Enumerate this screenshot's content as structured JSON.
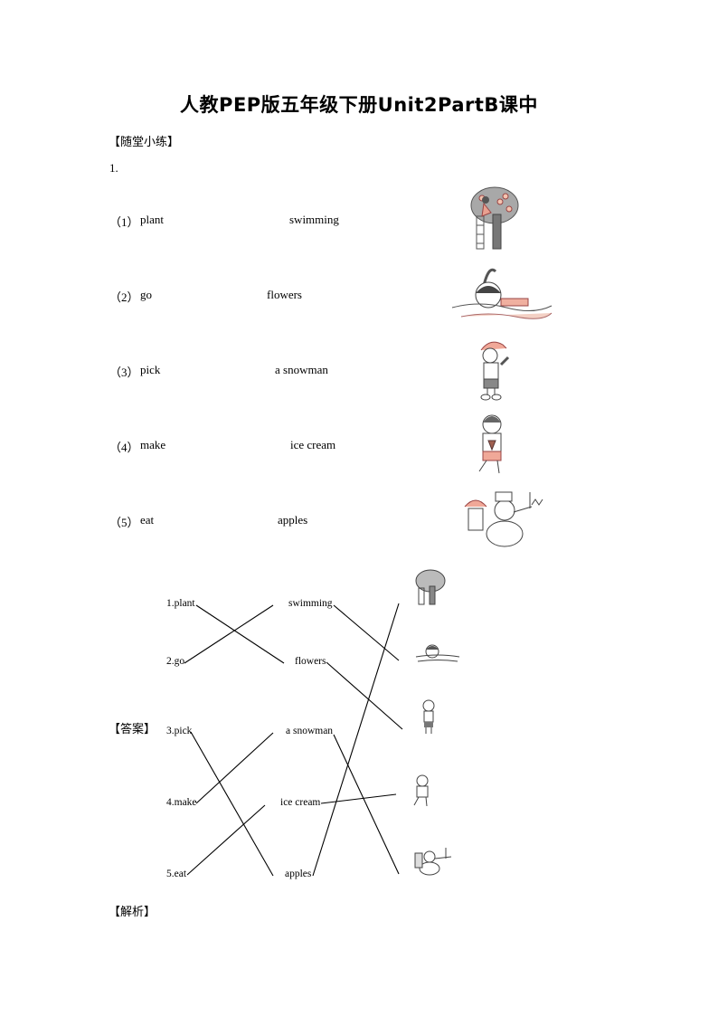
{
  "document": {
    "title": "人教PEP版五年级下册Unit2PartB课中",
    "section_practice": "【随堂小练】",
    "question_number": "1.",
    "section_answer": "【答案】",
    "section_analysis": "【解析】"
  },
  "question": {
    "rows": [
      {
        "num": "（1）",
        "verb": "plant",
        "noun": "swimming",
        "picture": "girl-picking-apples-from-tree"
      },
      {
        "num": "（2）",
        "verb": "go",
        "noun": "flowers",
        "picture": "girl-swimming"
      },
      {
        "num": "（3）",
        "verb": "pick",
        "noun": "a snowman",
        "picture": "boy-planting-with-trowel"
      },
      {
        "num": "（4）",
        "verb": "make",
        "noun": "ice cream",
        "picture": "boy-eating-ice-cream"
      },
      {
        "num": "（5）",
        "verb": "eat",
        "noun": "apples",
        "picture": "kids-making-snowman"
      }
    ]
  },
  "answer": {
    "verbs": [
      "1.plant",
      "2.go",
      "3.pick",
      "4.make",
      "5.eat"
    ],
    "nouns": [
      "swimming",
      "flowers",
      "a snowman",
      "ice cream",
      "apples"
    ],
    "pictures": [
      "girl-picking-apples-from-tree",
      "girl-swimming",
      "boy-planting-with-trowel",
      "boy-eating-ice-cream",
      "kids-making-snowman"
    ],
    "matches": [
      {
        "verb": "1.plant",
        "noun": "flowers",
        "picture": "boy-planting-with-trowel"
      },
      {
        "verb": "2.go",
        "noun": "swimming",
        "picture": "girl-swimming"
      },
      {
        "verb": "3.pick",
        "noun": "apples",
        "picture": "girl-picking-apples-from-tree"
      },
      {
        "verb": "4.make",
        "noun": "a snowman",
        "picture": "kids-making-snowman"
      },
      {
        "verb": "5.eat",
        "noun": "ice cream",
        "picture": "boy-eating-ice-cream"
      }
    ]
  }
}
